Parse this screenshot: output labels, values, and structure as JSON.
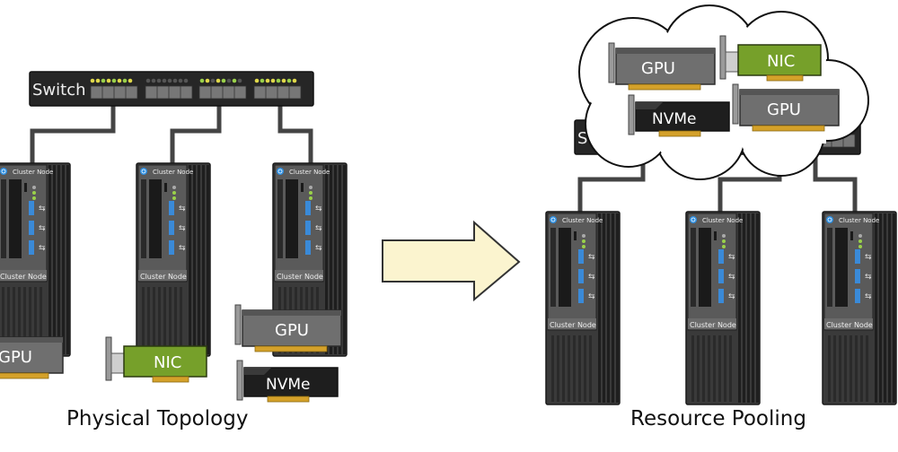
{
  "left": {
    "caption": "Physical Topology",
    "switch_label": "Switch",
    "node_label": "Cluster Node",
    "cards": {
      "gpu": "GPU",
      "nic": "NIC",
      "nvme": "NVMe"
    }
  },
  "right": {
    "caption": "Resource Pooling",
    "switch_label": "Switch",
    "node_label": "Cluster Node",
    "pool_cards": {
      "gpu1": "GPU",
      "nic": "NIC",
      "nvme": "NVMe",
      "gpu2": "GPU"
    }
  },
  "colors": {
    "device_dark": "#2b2b2b",
    "device_mid": "#555555",
    "gpu_body": "#6f6f6f",
    "nic_green": "#76a02a",
    "gold": "#d4a12a",
    "arrow_fill": "#fbf4cf",
    "led_yellow": "#e0d84a",
    "led_green": "#9ad14a",
    "usb_blue": "#3a8ad8",
    "power_blue": "#2f8fe0"
  }
}
